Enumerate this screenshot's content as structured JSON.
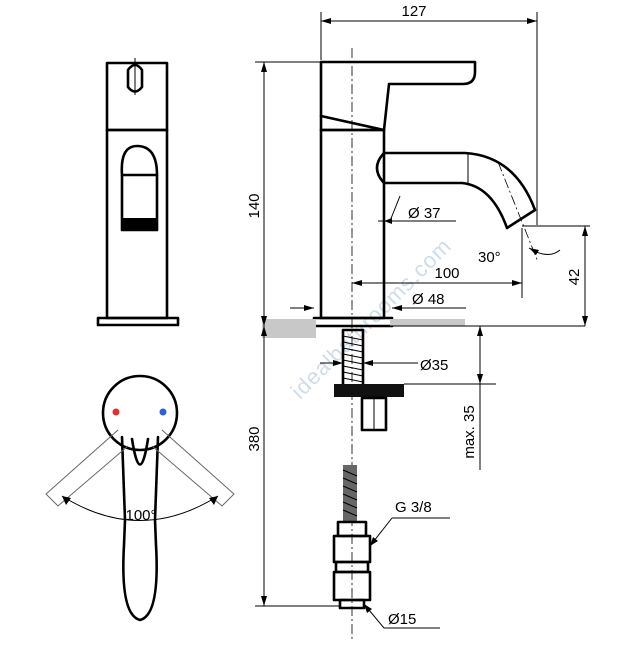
{
  "dimensions": {
    "width_overall": "127",
    "height_body": "140",
    "spout_diameter": "Ø 37",
    "spout_angle": "30°",
    "spout_reach": "100",
    "spout_outlet_height": "42",
    "base_diameter": "Ø 48",
    "shank_diameter": "Ø35",
    "max_deck_thickness": "max. 35",
    "hose_length": "380",
    "connection_thread": "G 3/8",
    "hose_diameter": "Ø15",
    "lever_rotation": "100°"
  },
  "watermark": "idealbathrooms.com",
  "colors": {
    "line": "#000000",
    "deck": "#c8c8c8",
    "hot": "#e03030",
    "cold": "#3060d0"
  }
}
